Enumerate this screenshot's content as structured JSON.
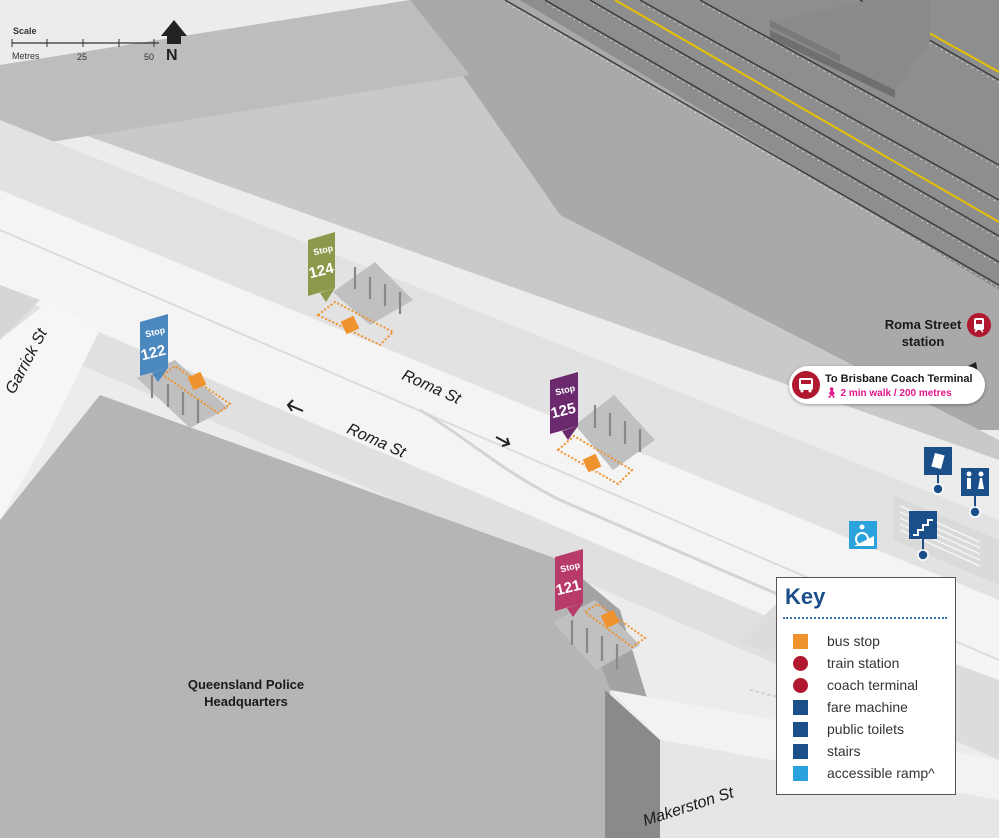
{
  "scale": {
    "title": "Scale",
    "unit": "Metres",
    "ticks": [
      "25",
      "50"
    ],
    "north": "N"
  },
  "streets": {
    "roma_north": "Roma St",
    "roma_south": "Roma St",
    "garrick": "Garrick St",
    "makerston": "Makerston St"
  },
  "buildings": {
    "police_line1": "Queensland Police",
    "police_line2": "Headquarters"
  },
  "stops": [
    {
      "id": "stop-124",
      "word": "Stop",
      "number": "124",
      "color": "#8a9a4a"
    },
    {
      "id": "stop-122",
      "word": "Stop",
      "number": "122",
      "color": "#4a88bf"
    },
    {
      "id": "stop-125",
      "word": "Stop",
      "number": "125",
      "color": "#6b2a6e"
    },
    {
      "id": "stop-121",
      "word": "Stop",
      "number": "121",
      "color": "#b83a68"
    }
  ],
  "station": {
    "line1": "Roma Street",
    "line2": "station"
  },
  "coach": {
    "title": "To Brisbane Coach Terminal",
    "walk": "2 min walk / 200 metres"
  },
  "key": {
    "title": "Key",
    "items": [
      {
        "label": "bus stop",
        "icon": "bus-stop-icon",
        "color": "#f0922e"
      },
      {
        "label": "train station",
        "icon": "train-icon",
        "color": "#b0182f"
      },
      {
        "label": "coach terminal",
        "icon": "coach-icon",
        "color": "#b0182f"
      },
      {
        "label": "fare machine",
        "icon": "fare-machine-icon",
        "color": "#1b4f8a"
      },
      {
        "label": "public toilets",
        "icon": "toilets-icon",
        "color": "#1b4f8a"
      },
      {
        "label": "stairs",
        "icon": "stairs-icon",
        "color": "#1b4f8a"
      },
      {
        "label": "accessible ramp^",
        "icon": "accessible-ramp-icon",
        "color": "#2aa3dc"
      }
    ]
  },
  "colors": {
    "bus_stop": "#f0922e",
    "train": "#b0182f",
    "facility": "#1b4f8a",
    "accessible": "#2aa3dc",
    "walk_text": "#e0168a"
  }
}
